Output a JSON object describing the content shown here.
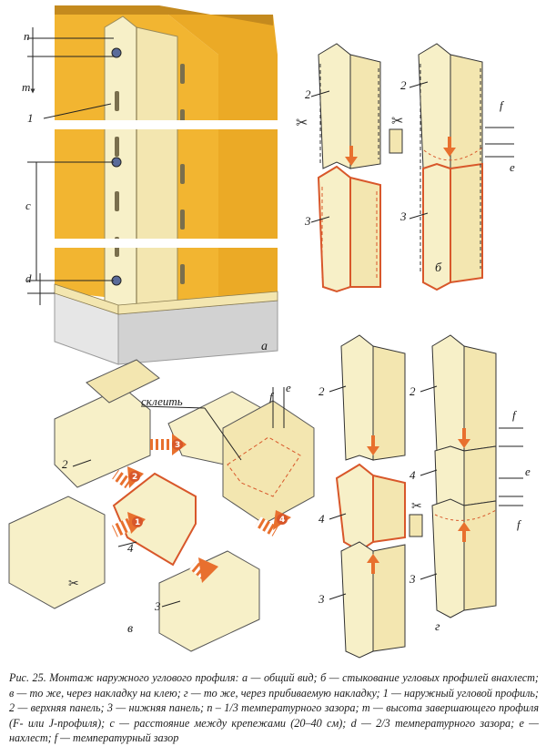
{
  "figure": {
    "panel_letters": {
      "a": "а",
      "b": "б",
      "v": "в",
      "g": "г"
    },
    "labels_a": {
      "n": "n",
      "m": "m",
      "one": "1",
      "c": "c",
      "d": "d"
    },
    "labels_b": {
      "two_left": "2",
      "three_left": "3",
      "two_right": "2",
      "three_right": "3",
      "f": "f",
      "e": "e"
    },
    "labels_v": {
      "glue": "склеить",
      "two": "2",
      "four": "4",
      "three": "3",
      "f": "f",
      "e": "e",
      "step1": "1",
      "step2": "2",
      "step3": "3",
      "step4": "4"
    },
    "labels_g": {
      "two_left": "2",
      "four_left": "4",
      "three_left": "3",
      "two_right": "2",
      "four_right": "4",
      "three_right": "3",
      "f_top": "f",
      "e": "e",
      "f_bottom": "f"
    }
  },
  "caption": "Рис. 25. Монтаж наружного углового профиля: а — общий вид; б — стыкование угловых профилей внахлест; в — то же, через накладку на клею; г — то же, через прибиваемую накладку; 1 — наружный угловой профиль; 2 — верхняя панель; 3 — нижняя панель; n – 1/3 температурного зазора; m — высота завершающего профиля (F- или J-профиля); c — расстояние между крепежами (20–40 см); d — 2/3 температурного зазора; е — нахлест; f — температурный зазор",
  "colors": {
    "wall": "#f2b531",
    "profile": "#f7f0c8",
    "outline": "#d8572a",
    "arrow": "#e8702e",
    "base": "#d9d9d9"
  }
}
